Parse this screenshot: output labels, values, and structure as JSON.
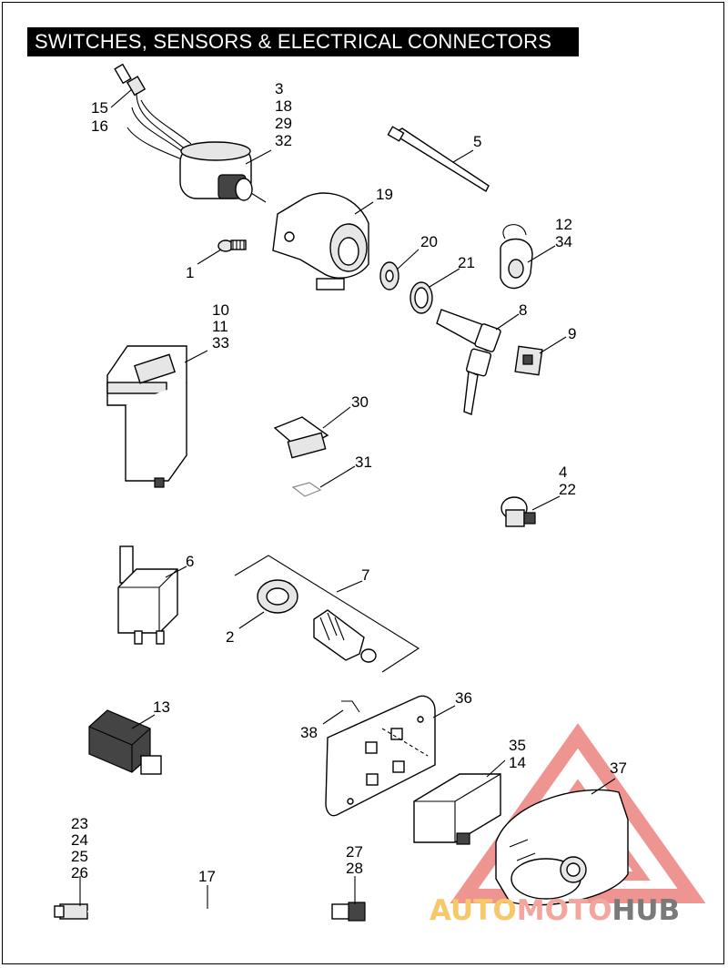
{
  "title": "SWITCHES, SENSORS & ELECTRICAL CONNECTORS",
  "callouts": [
    {
      "id": "c15-16",
      "lines": [
        "15",
        "16"
      ]
    },
    {
      "id": "c3",
      "lines": [
        "3",
        "18",
        "29",
        "32"
      ]
    },
    {
      "id": "c5",
      "lines": [
        "5"
      ]
    },
    {
      "id": "c19",
      "lines": [
        "19"
      ]
    },
    {
      "id": "c1",
      "lines": [
        "1"
      ]
    },
    {
      "id": "c20",
      "lines": [
        "20"
      ]
    },
    {
      "id": "c12",
      "lines": [
        "12",
        "34"
      ]
    },
    {
      "id": "c21",
      "lines": [
        "21"
      ]
    },
    {
      "id": "c10",
      "lines": [
        "10",
        "11",
        "33"
      ]
    },
    {
      "id": "c8",
      "lines": [
        "8"
      ]
    },
    {
      "id": "c9",
      "lines": [
        "9"
      ]
    },
    {
      "id": "c30",
      "lines": [
        "30"
      ]
    },
    {
      "id": "c31",
      "lines": [
        "31"
      ]
    },
    {
      "id": "c4",
      "lines": [
        "4",
        "22"
      ]
    },
    {
      "id": "c6",
      "lines": [
        "6"
      ]
    },
    {
      "id": "c7",
      "lines": [
        "7"
      ]
    },
    {
      "id": "c2",
      "lines": [
        "2"
      ]
    },
    {
      "id": "c13",
      "lines": [
        "13"
      ]
    },
    {
      "id": "c36",
      "lines": [
        "36"
      ]
    },
    {
      "id": "c38",
      "lines": [
        "38"
      ]
    },
    {
      "id": "c35",
      "lines": [
        "35",
        "14"
      ]
    },
    {
      "id": "c37",
      "lines": [
        "37"
      ]
    },
    {
      "id": "c23",
      "lines": [
        "23",
        "24",
        "25",
        "26"
      ]
    },
    {
      "id": "c17",
      "lines": [
        "17"
      ]
    },
    {
      "id": "c27",
      "lines": [
        "27",
        "28"
      ]
    }
  ],
  "watermark": {
    "part1": "AUTO",
    "part2": "MOTO",
    "part3": "HUB",
    "colors": {
      "auto": "#f6c869",
      "moto": "#f1a79e",
      "hub": "#7a7a7a",
      "triangle": "#ee8a86"
    }
  }
}
